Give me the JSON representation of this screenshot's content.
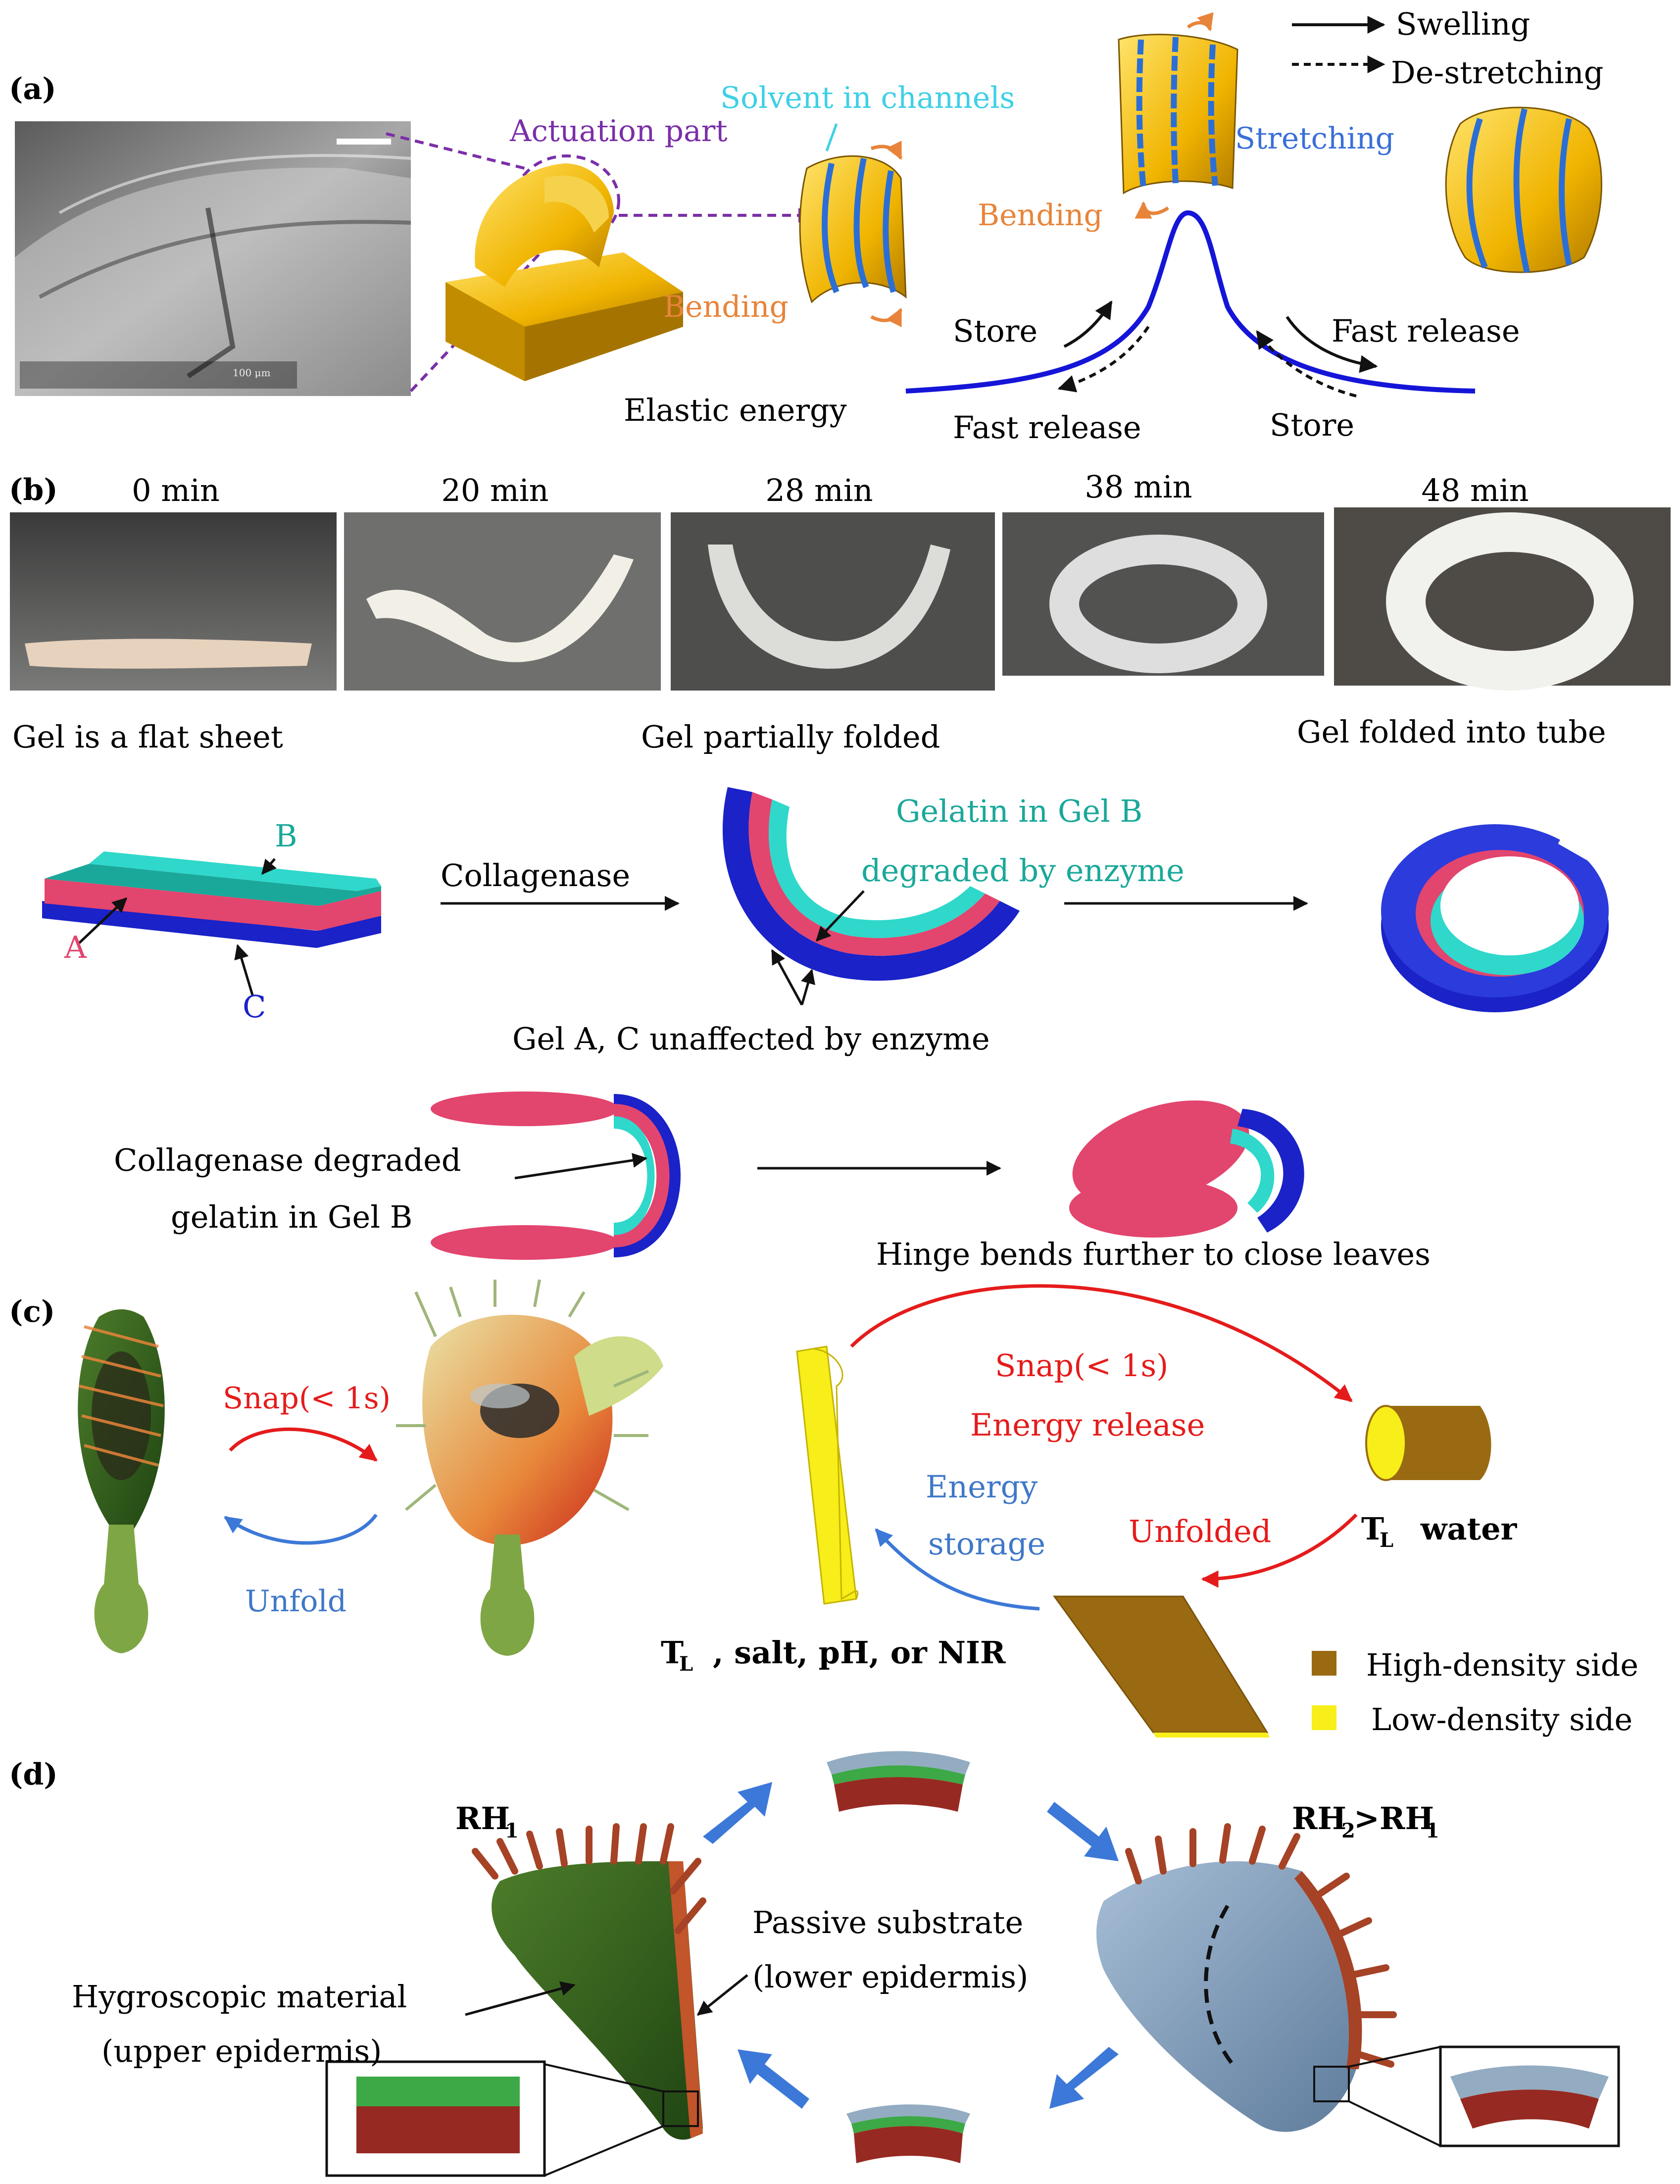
{
  "panels": {
    "a": "(a)",
    "b": "(b)",
    "c": "(c)",
    "d": "(d)"
  },
  "panel_a": {
    "actuation_part": "Actuation part",
    "solvent_in_channels": "Solvent in channels",
    "bending_left": "Bending",
    "bending_right": "Bending",
    "stretching": "Stretching",
    "legend_swelling": "Swelling",
    "legend_destretching": "De-stretching",
    "store_left": "Store",
    "fast_release_left": "Fast release",
    "fast_release_right": "Fast release",
    "store_right": "Store",
    "elastic_energy": "Elastic energy",
    "sem_scale": "100 μm"
  },
  "panel_b": {
    "times": [
      "0 min",
      "20 min",
      "28 min",
      "38 min",
      "48 min"
    ],
    "caption_flat": "Gel is a flat sheet",
    "caption_partial": "Gel partially folded",
    "caption_tube": "Gel folded into tube",
    "label_A": "A",
    "label_B": "B",
    "label_C": "C",
    "collagenase": "Collagenase",
    "gelatin_line1": "Gelatin in Gel B",
    "gelatin_line2": "degraded by enzyme",
    "unaffected": "Gel A, C unaffected by enzyme",
    "collagenase_degraded_1": "Collagenase degraded",
    "collagenase_degraded_2": "gelatin in Gel B",
    "hinge_bends": "Hinge bends further to close leaves"
  },
  "panel_c": {
    "snap_left": "Snap(< 1s)",
    "unfold": "Unfold",
    "snap_right": "Snap(< 1s)",
    "energy_release": "Energy release",
    "energy_storage_1": "Energy",
    "energy_storage_2": "storage",
    "unfolded": "Unfolded",
    "tl_water": "water",
    "tl_conditions": ", salt, pH, or NIR",
    "tl_symbol": "T",
    "tl_sub": "L",
    "legend_high": "High-density side",
    "legend_low": "Low-density side",
    "color_high": "#9a6a12",
    "color_low": "#f7ee1a"
  },
  "panel_d": {
    "rh1": "RH",
    "rh1_sub": "1",
    "rh2": "RH",
    "rh2_sub": "2",
    "rh2_gt": ">RH",
    "rh2_sub2": "1",
    "passive_1": "Passive substrate",
    "passive_2": "(lower epidermis)",
    "hygro_1": "Hygroscopic material",
    "hygro_2": "(upper epidermis)"
  },
  "colors": {
    "purple": "#7b2fa8",
    "cyan": "#3dd0e6",
    "orange": "#e8843a",
    "blue_text": "#3a6fd8",
    "curve_blue": "#1515d8",
    "teal": "#1aa89a",
    "pink": "#e2456e",
    "navy": "#1a22c8",
    "red": "#e51b1b",
    "mid_blue": "#3f78c8",
    "arrow_blue": "#3c78d8"
  }
}
